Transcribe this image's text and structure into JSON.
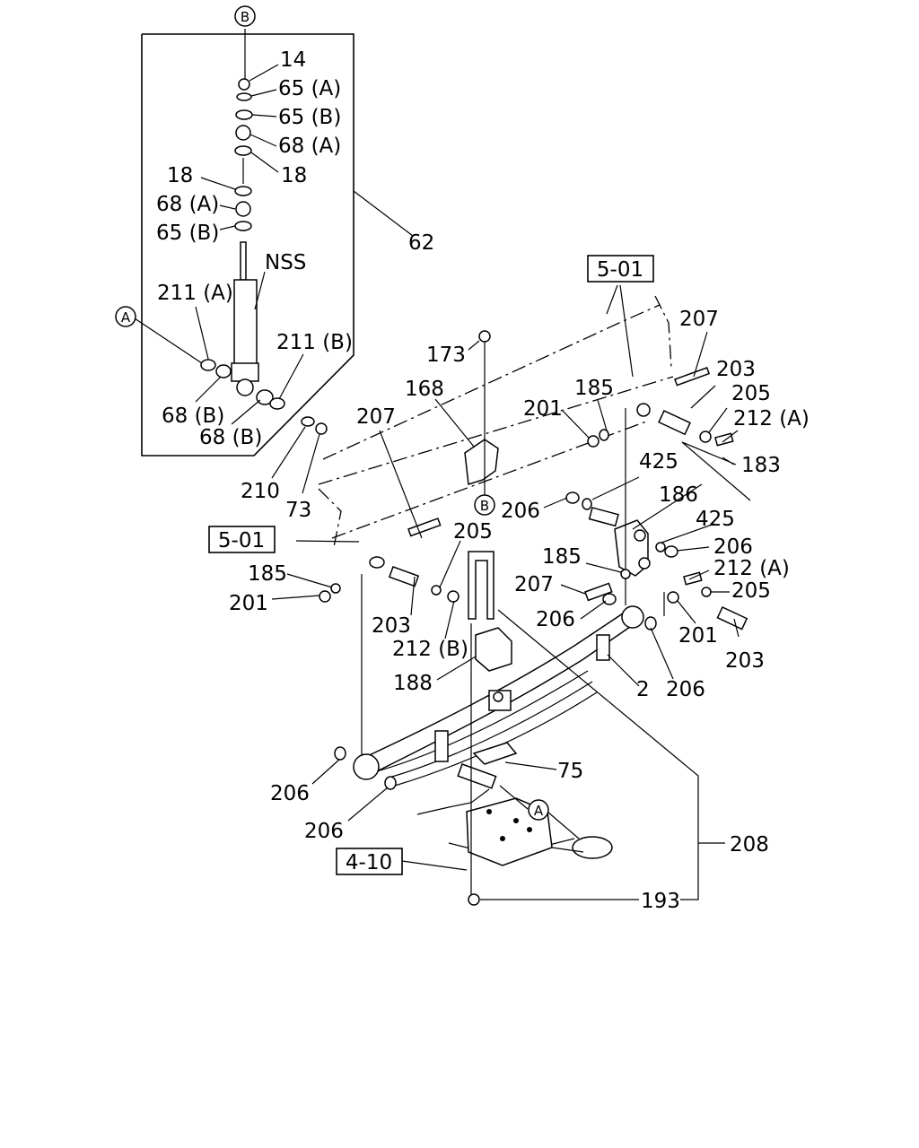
{
  "diagram": {
    "callouts": {
      "c14": "14",
      "c65a_top": "65 (A)",
      "c65b_top": "65 (B)",
      "c68a_top": "68 (A)",
      "c18_right": "18",
      "c18_left": "18",
      "c68a_low": "68 (A)",
      "c65b_low": "65 (B)",
      "c62": "62",
      "cNSS": "NSS",
      "c211a": "211 (A)",
      "c211b": "211 (B)",
      "c68b_left": "68 (B)",
      "c68b_right": "68 (B)",
      "c210": "210",
      "c73": "73",
      "c173": "173",
      "c168": "168",
      "c207_mid": "207",
      "c207_right": "207",
      "c203_right": "203",
      "c205_right": "205",
      "c212a_right": "212 (A)",
      "c183": "183",
      "c185_top": "185",
      "c201_top": "201",
      "c425_top": "425",
      "c206_mid": "206",
      "c186": "186",
      "c425_low": "425",
      "c206_right": "206",
      "c212a_low": "212 (A)",
      "c205_low": "205",
      "c185_mid": "185",
      "c207_low": "207",
      "c206_low": "206",
      "c201_low": "201",
      "c203_low": "203",
      "c205_left": "205",
      "c185_left": "185",
      "c201_left": "201",
      "c203_left": "203",
      "c212b": "212 (B)",
      "c188": "188",
      "c2": "2",
      "c206_far": "206",
      "c206_spring1": "206",
      "c206_spring2": "206",
      "c75": "75",
      "c208": "208",
      "c193": "193"
    },
    "refs": {
      "r501_top": "5-01",
      "r501_left": "5-01",
      "r410": "4-10"
    },
    "markers": {
      "b_top": "B",
      "a_left": "A",
      "b_mid": "B",
      "a_low": "A"
    }
  }
}
